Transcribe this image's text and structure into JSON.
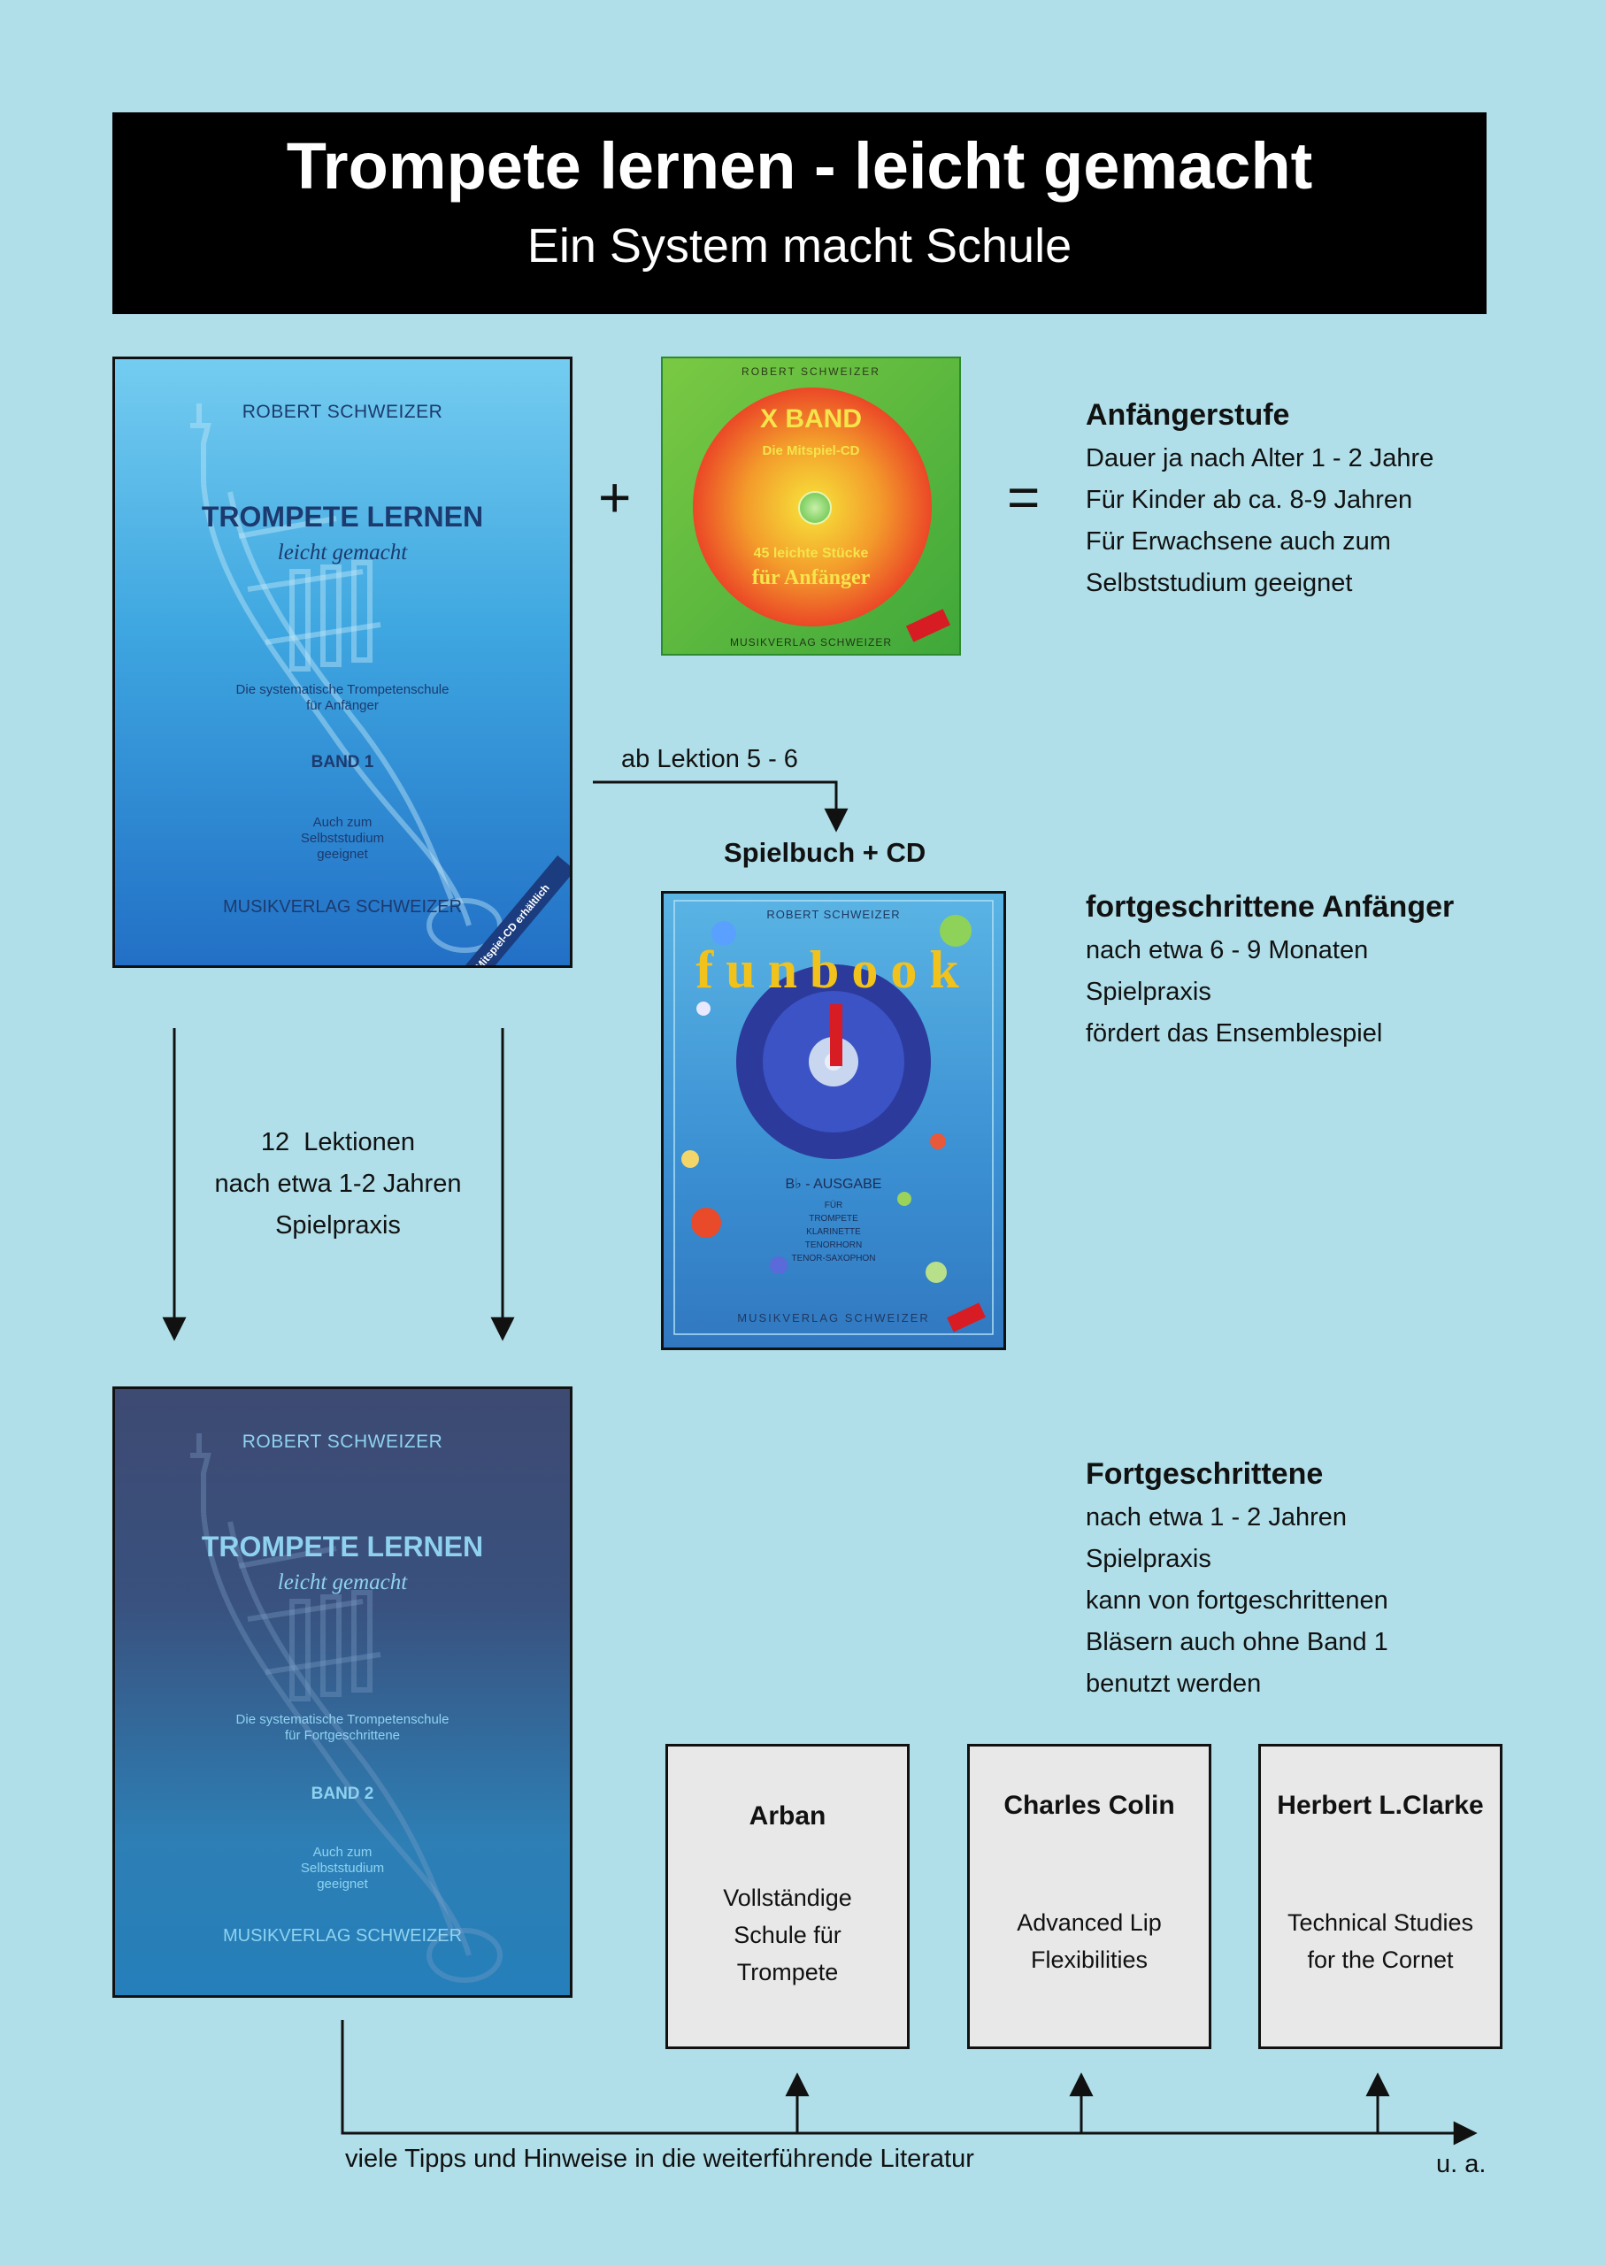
{
  "header": {
    "title": "Trompete lernen - leicht gemacht",
    "subtitle": "Ein System macht Schule"
  },
  "book1": {
    "author": "ROBERT SCHWEIZER",
    "title": "TROMPETE LERNEN",
    "subtitle": "leicht gemacht",
    "desc_line1": "Die systematische Trompetenschule",
    "desc_line2": "für Anfänger",
    "band": "BAND 1",
    "note_line1": "Auch zum",
    "note_line2": "Selbststudium",
    "note_line3": "geeignet",
    "publisher": "MUSIKVERLAG SCHWEIZER",
    "sticker": "Mitspiel-CD erhältlich"
  },
  "cd": {
    "author": "ROBERT SCHWEIZER",
    "xband": "X BAND",
    "mitspiel": "Die Mitspiel-CD",
    "pieces": "45 leichte Stücke",
    "beginners": "für Anfänger",
    "publisher": "MUSIKVERLAG SCHWEIZER"
  },
  "symbols": {
    "plus": "+",
    "equals": "="
  },
  "stage1": {
    "heading": "Anfängerstufe",
    "line1": "Dauer ja nach Alter 1 - 2 Jahre",
    "line2": "Für Kinder ab ca. 8-9 Jahren",
    "line3": "Für Erwachsene auch zum",
    "line4": "Selbststudium geeignet"
  },
  "flow": {
    "lektion_label": "ab Lektion 5 - 6",
    "spielbuch_label": "Spielbuch + CD",
    "lessons_line1": "12  Lektionen",
    "lessons_line2": "nach etwa 1-2 Jahren",
    "lessons_line3": "Spielpraxis",
    "bottom_label": "viele Tipps und Hinweise in die weiterführende Literatur",
    "ua": "u. a."
  },
  "funbook": {
    "author": "ROBERT SCHWEIZER",
    "title": "funbook",
    "number": "1",
    "ausgabe": "B♭ - AUSGABE",
    "fuer": "FÜR",
    "inst1": "TROMPETE",
    "inst2": "KLARINETTE",
    "inst3": "TENORHORN",
    "inst4": "TENOR-SAXOPHON",
    "publisher": "MUSIKVERLAG SCHWEIZER"
  },
  "stage2": {
    "heading": "fortgeschrittene Anfänger",
    "line1": "nach etwa 6 - 9 Monaten",
    "line2": "Spielpraxis",
    "line3": "fördert das Ensemblespiel"
  },
  "book2": {
    "author": "ROBERT SCHWEIZER",
    "title": "TROMPETE LERNEN",
    "subtitle": "leicht gemacht",
    "desc_line1": "Die systematische Trompetenschule",
    "desc_line2": "für Fortgeschrittene",
    "band": "BAND 2",
    "note_line1": "Auch zum",
    "note_line2": "Selbststudium",
    "note_line3": "geeignet",
    "publisher": "MUSIKVERLAG SCHWEIZER"
  },
  "stage3": {
    "heading": "Fortgeschrittene",
    "line1": "nach etwa 1 - 2 Jahren",
    "line2": "Spielpraxis",
    "line3": "kann von fortgeschrittenen",
    "line4": "Bläsern auch ohne Band 1",
    "line5": "benutzt werden"
  },
  "literature": [
    {
      "title": "Arban",
      "line1": "Vollständige",
      "line2": "Schule für",
      "line3": "Trompete"
    },
    {
      "title": "Charles Colin",
      "line1": "Advanced Lip",
      "line2": "Flexibilities"
    },
    {
      "title": "Herbert L.Clarke",
      "line1": "Technical Studies",
      "line2": "for the Cornet"
    }
  ],
  "colors": {
    "background": "#b0dfe9",
    "header_bg": "#000000",
    "box_bg": "#e8e8e8"
  }
}
